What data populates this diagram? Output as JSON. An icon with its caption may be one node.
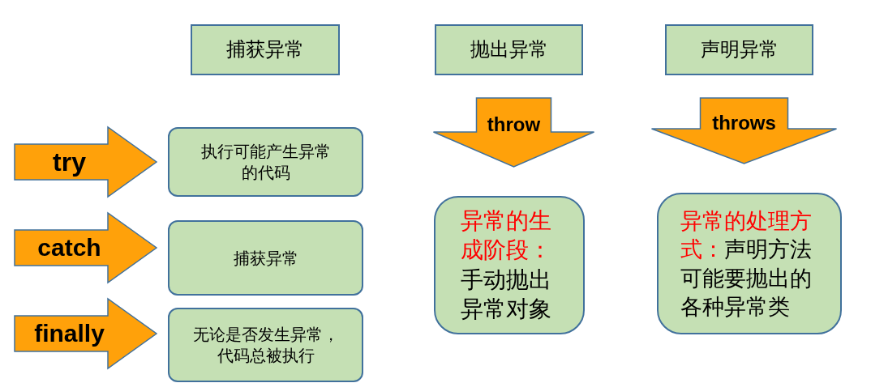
{
  "diagram": {
    "nodes": [
      {
        "text": [
          "捕获异常"
        ]
      },
      {
        "text": [
          "抛出异常"
        ]
      },
      {
        "text": [
          "声明异常"
        ]
      },
      {
        "text": [
          "执行可能产生异常的代码"
        ]
      },
      {
        "text": [
          "捕获异常"
        ]
      },
      {
        "text": [
          "无论是否发生异常，代码总被执行"
        ]
      },
      {
        "text": [
          "异常的生成阶段：",
          "手动抛出异常对象"
        ]
      },
      {
        "text": [
          "异常的处理方式：",
          "声明方法可能要抛出的各种异常类"
        ]
      }
    ],
    "edges": [
      {
        "from": null,
        "to": 3,
        "arrow": "to",
        "label": "try"
      },
      {
        "from": null,
        "to": 4,
        "arrow": "to",
        "label": "catch"
      },
      {
        "from": null,
        "to": 5,
        "arrow": "to",
        "label": "finally"
      },
      {
        "from": 1,
        "to": 6,
        "arrow": "to",
        "label": "throw"
      },
      {
        "from": 2,
        "to": 7,
        "arrow": "to",
        "label": "throws"
      }
    ]
  }
}
